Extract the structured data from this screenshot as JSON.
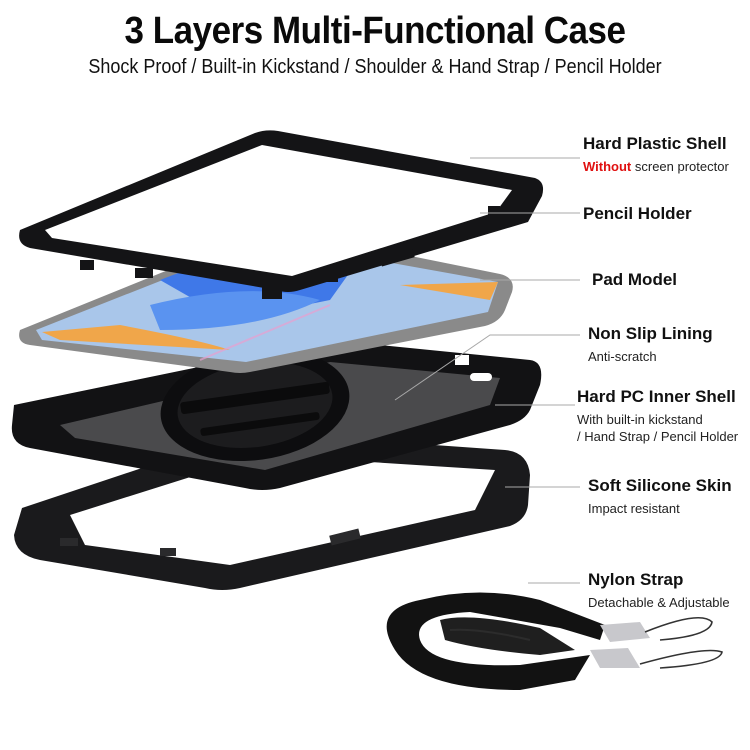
{
  "header": {
    "title": "3 Layers Multi-Functional Case",
    "subtitle": "Shock Proof / Built-in Kickstand / Shoulder & Hand Strap / Pencil Holder"
  },
  "callouts": [
    {
      "id": "hard-plastic-shell",
      "title": "Hard Plastic Shell",
      "desc_highlight": "Without",
      "desc": " screen protector",
      "highlight_color": "#e01010"
    },
    {
      "id": "pencil-holder",
      "title": "Pencil Holder"
    },
    {
      "id": "pad-model",
      "title": "Pad Model"
    },
    {
      "id": "non-slip-lining",
      "title": "Non Slip Lining",
      "desc": "Anti-scratch"
    },
    {
      "id": "hard-pc-inner-shell",
      "title": "Hard PC Inner Shell",
      "desc_line1": "With built-in kickstand",
      "desc_line2": "/ Hand Strap / Pencil Holder"
    },
    {
      "id": "soft-silicone-skin",
      "title": "Soft Silicone Skin",
      "desc": "Impact resistant"
    },
    {
      "id": "nylon-strap",
      "title": "Nylon Strap",
      "desc": "Detachable & Adjustable"
    }
  ],
  "colors": {
    "case_black": "#141416",
    "lining_gray": "#4a4a4c",
    "screen_blue": "#3f78e8",
    "screen_light": "#a9c6ea",
    "screen_orange": "#f0a64a",
    "tablet_frame": "#8a8a8a",
    "leader_line": "#a8a8a8",
    "metal": "#c8c8cc"
  }
}
